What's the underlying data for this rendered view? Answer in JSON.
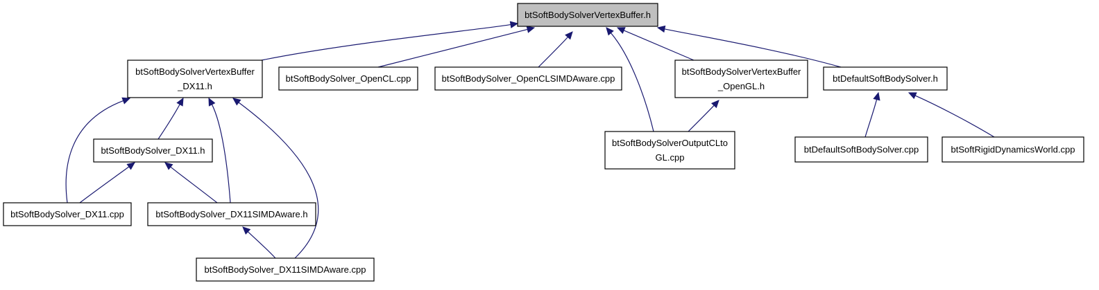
{
  "nodes": [
    {
      "id": "root",
      "lines": [
        "btSoftBodySolverVertexBuffer.h"
      ],
      "root": true
    },
    {
      "id": "dx11h",
      "lines": [
        "btSoftBodySolverVertexBuffer",
        "_DX11.h"
      ]
    },
    {
      "id": "opencl",
      "lines": [
        "btSoftBodySolver_OpenCL.cpp"
      ]
    },
    {
      "id": "openclsimd",
      "lines": [
        "btSoftBodySolver_OpenCLSIMDAware.cpp"
      ]
    },
    {
      "id": "openglh",
      "lines": [
        "btSoftBodySolverVertexBuffer",
        "_OpenGL.h"
      ]
    },
    {
      "id": "defaulth",
      "lines": [
        "btDefaultSoftBodySolver.h"
      ]
    },
    {
      "id": "solverdx11h",
      "lines": [
        "btSoftBodySolver_DX11.h"
      ]
    },
    {
      "id": "outputcltogl",
      "lines": [
        "btSoftBodySolverOutputCLto",
        "GL.cpp"
      ]
    },
    {
      "id": "defaultcpp",
      "lines": [
        "btDefaultSoftBodySolver.cpp"
      ]
    },
    {
      "id": "rigidworld",
      "lines": [
        "btSoftRigidDynamicsWorld.cpp"
      ]
    },
    {
      "id": "solverdx11cpp",
      "lines": [
        "btSoftBodySolver_DX11.cpp"
      ]
    },
    {
      "id": "dx11simdh",
      "lines": [
        "btSoftBodySolver_DX11SIMDAware.h"
      ]
    },
    {
      "id": "dx11simdcpp",
      "lines": [
        "btSoftBodySolver_DX11SIMDAware.cpp"
      ]
    }
  ],
  "edges": [
    {
      "from": "dx11h",
      "to": "root"
    },
    {
      "from": "opencl",
      "to": "root"
    },
    {
      "from": "openclsimd",
      "to": "root"
    },
    {
      "from": "outputcltogl",
      "to": "root"
    },
    {
      "from": "openglh",
      "to": "root"
    },
    {
      "from": "defaulth",
      "to": "root"
    },
    {
      "from": "solverdx11cpp",
      "to": "dx11h"
    },
    {
      "from": "solverdx11h",
      "to": "dx11h"
    },
    {
      "from": "dx11simdh",
      "to": "dx11h"
    },
    {
      "from": "dx11simdcpp",
      "to": "dx11h"
    },
    {
      "from": "outputcltogl",
      "to": "openglh"
    },
    {
      "from": "defaultcpp",
      "to": "defaulth"
    },
    {
      "from": "rigidworld",
      "to": "defaulth"
    },
    {
      "from": "solverdx11cpp",
      "to": "solverdx11h"
    },
    {
      "from": "dx11simdh",
      "to": "solverdx11h"
    },
    {
      "from": "dx11simdcpp",
      "to": "dx11simdh"
    }
  ],
  "colors": {
    "edge": "#191970",
    "root_fill": "#bfbfbf",
    "node_fill": "#ffffff",
    "border": "#000000"
  }
}
